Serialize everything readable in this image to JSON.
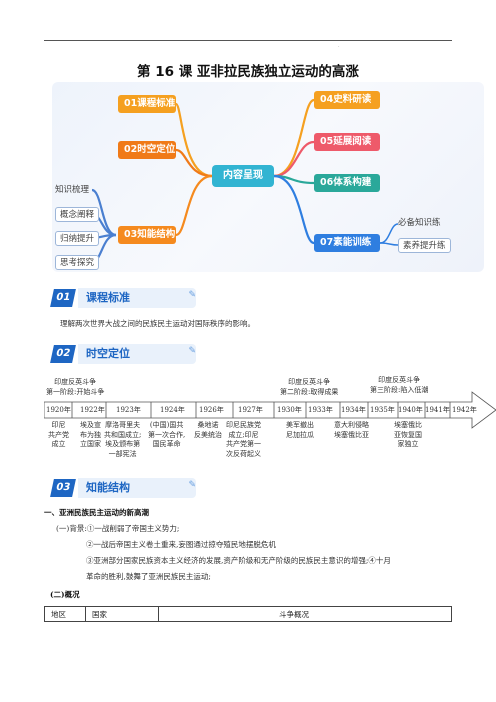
{
  "title": "第 16 课 亚非拉民族独立运动的高涨",
  "header_mark": "·",
  "mindmap": {
    "center": "内容呈现",
    "left": [
      {
        "label": "01课程标准",
        "color": "#f5a020"
      },
      {
        "label": "02时空定位",
        "color": "#f07a18"
      },
      {
        "label": "03知能结构",
        "color": "#f58a1e"
      }
    ],
    "right": [
      {
        "label": "04史料研读",
        "color": "#f5a020"
      },
      {
        "label": "05延展阅读",
        "color": "#ee5a6a"
      },
      {
        "label": "06体系构建",
        "color": "#2aa89a"
      },
      {
        "label": "07素能训练",
        "color": "#2f7ee0"
      }
    ],
    "sub_left": [
      "知识梳理",
      "概念阐释",
      "归纳提升",
      "思考探究"
    ],
    "sub_right": [
      "必备知识练",
      "素养提升练"
    ]
  },
  "sections": {
    "s1": {
      "num": "01",
      "label": "课程标准",
      "text": "理解两次世界大战之间的民族民主运动对国际秩序的影响。"
    },
    "s2": {
      "num": "02",
      "label": "时空定位"
    },
    "s3": {
      "num": "03",
      "label": "知能结构"
    }
  },
  "timeline": {
    "phase1": "印度反英斗争\n第一阶段:开始斗争",
    "phase2": "印度反英斗争\n第二阶段:取得成果",
    "phase3": "印度反英斗争\n第三阶段:陷入低潮",
    "years": [
      "1920年",
      "1922年",
      "1923年",
      "1924年",
      "1926年",
      "1927年",
      "1930年",
      "1933年",
      "1934年",
      "1935年",
      "1940年",
      "1941年",
      "1942年"
    ],
    "events": [
      "印尼\n共产党\n成立",
      "埃及宣\n布为独\n立国家",
      "摩洛哥里夫\n共和国成立;\n埃及颁布第\n一部宪法",
      "(中国)国共\n第一次合作,\n国民革命",
      "桑地诺\n反美统治",
      "印尼民族党\n成立;印尼\n共产党第一\n次反荷起义",
      "美军撤出\n尼加拉瓜",
      "意大利侵略\n埃塞俄比亚",
      "埃塞俄比\n亚恢复国\n家独立"
    ]
  },
  "body": {
    "h1": "一、亚洲民族民主运动的新高潮",
    "l1": "(一)背景:①一战削弱了帝国主义势力;",
    "l2": "②一战后帝国主义卷土重来,妄图通过掠夺殖民地摆脱危机",
    "l3": "③亚洲部分国家民族资本主义经济的发展,资产阶级和无产阶级的民族民主意识的增强;④十月",
    "l4": "革命的胜利,鼓舞了亚洲民族民主运动;",
    "h2": "(二)概况"
  },
  "table": {
    "headers": [
      "地区",
      "国家",
      "斗争概况"
    ]
  }
}
